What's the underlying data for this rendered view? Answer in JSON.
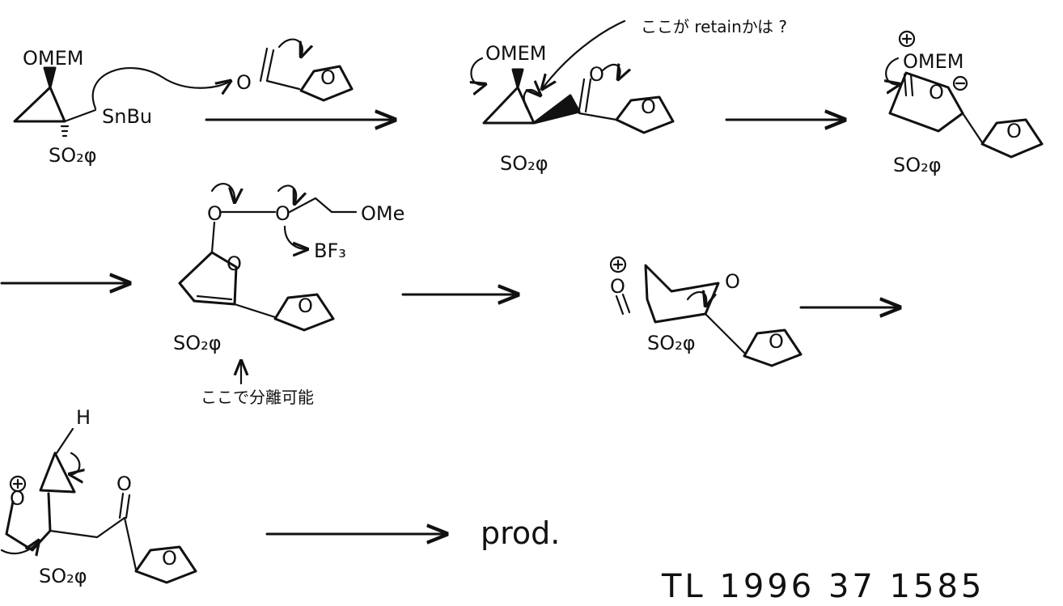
{
  "labels": {
    "omem": "OMEM",
    "sn": "SnBu",
    "so2ph": "SO₂φ",
    "ome": "OMe",
    "bf3": "BF₃",
    "o": "O",
    "h": "H"
  },
  "annotations": {
    "top_question": "ここが retainかは ?",
    "sep_note": "ここで分離可能"
  },
  "product": "prod.",
  "citation": "TL 1996 37 1585"
}
